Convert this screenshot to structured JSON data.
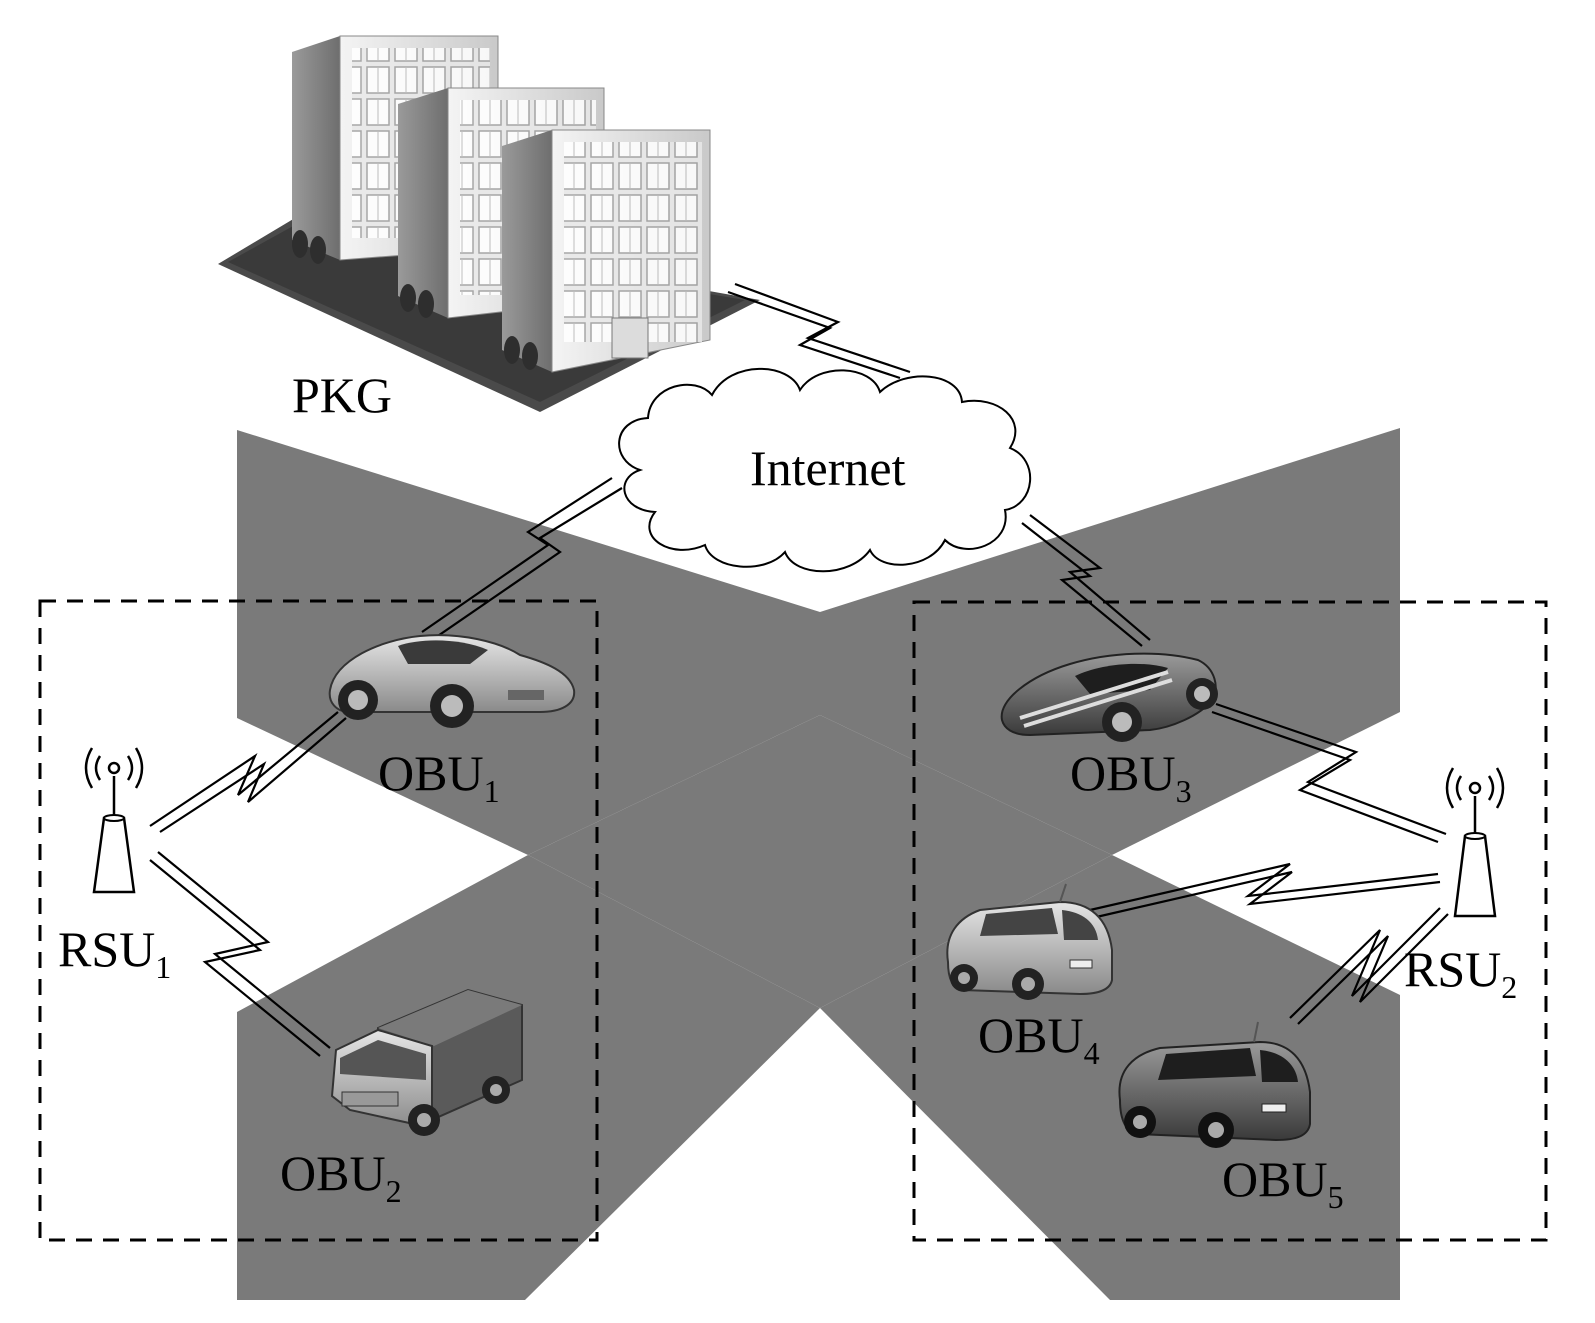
{
  "labels": {
    "pkg": "PKG",
    "internet": "Internet",
    "obu1_base": "OBU",
    "obu1_sub": "1",
    "obu2_base": "OBU",
    "obu2_sub": "2",
    "obu3_base": "OBU",
    "obu3_sub": "3",
    "obu4_base": "OBU",
    "obu4_sub": "4",
    "obu5_base": "OBU",
    "obu5_sub": "5",
    "rsu1_base": "RSU",
    "rsu1_sub": "1",
    "rsu2_base": "RSU",
    "rsu2_sub": "2"
  },
  "colors": {
    "road": "#7a7a7a",
    "background": "#ffffff",
    "line": "#000000"
  }
}
